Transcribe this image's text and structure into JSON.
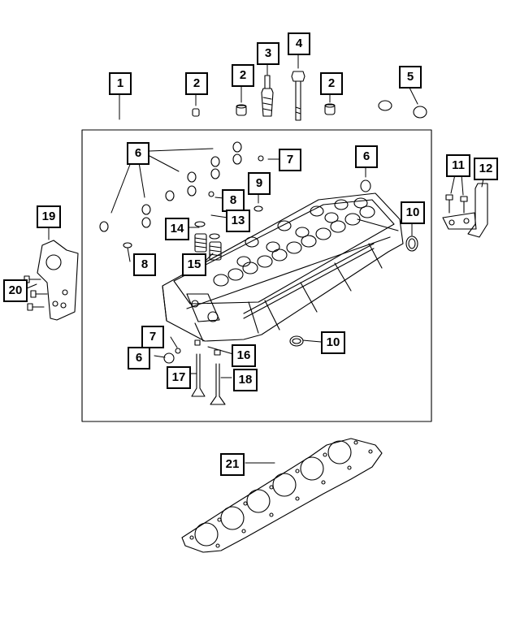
{
  "diagram": {
    "line_color": "#000000",
    "background": "#ffffff",
    "callouts": [
      {
        "id": "c-1",
        "label": "1"
      },
      {
        "id": "c-2a",
        "label": "2"
      },
      {
        "id": "c-2b",
        "label": "2"
      },
      {
        "id": "c-2c",
        "label": "2"
      },
      {
        "id": "c-3",
        "label": "3"
      },
      {
        "id": "c-4",
        "label": "4"
      },
      {
        "id": "c-5",
        "label": "5"
      },
      {
        "id": "c-6a",
        "label": "6"
      },
      {
        "id": "c-6b",
        "label": "6"
      },
      {
        "id": "c-6c",
        "label": "6"
      },
      {
        "id": "c-7a",
        "label": "7"
      },
      {
        "id": "c-7b",
        "label": "7"
      },
      {
        "id": "c-8a",
        "label": "8"
      },
      {
        "id": "c-8b",
        "label": "8"
      },
      {
        "id": "c-9",
        "label": "9"
      },
      {
        "id": "c-10a",
        "label": "10"
      },
      {
        "id": "c-10b",
        "label": "10"
      },
      {
        "id": "c-11",
        "label": "11"
      },
      {
        "id": "c-12",
        "label": "12"
      },
      {
        "id": "c-13",
        "label": "13"
      },
      {
        "id": "c-14",
        "label": "14"
      },
      {
        "id": "c-15",
        "label": "15"
      },
      {
        "id": "c-16",
        "label": "16"
      },
      {
        "id": "c-17",
        "label": "17"
      },
      {
        "id": "c-18",
        "label": "18"
      },
      {
        "id": "c-19",
        "label": "19"
      },
      {
        "id": "c-20",
        "label": "20"
      },
      {
        "id": "c-21",
        "label": "21"
      }
    ]
  }
}
